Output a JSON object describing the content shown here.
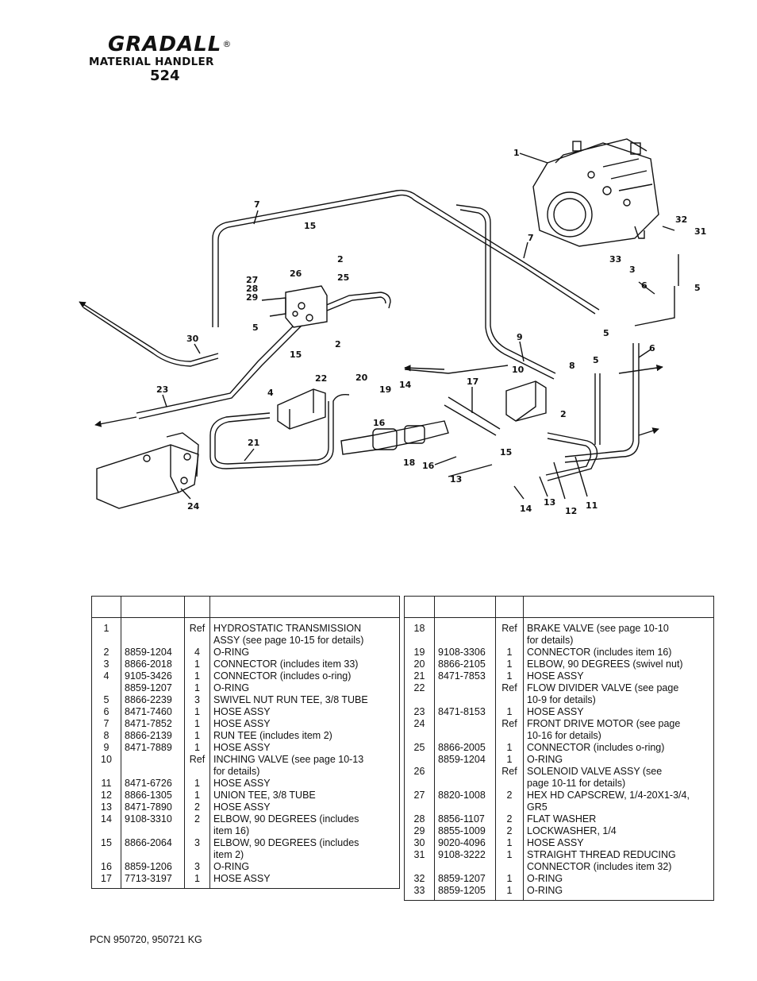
{
  "header": {
    "brand": "GRADALL",
    "registered": "®",
    "product": "MATERIAL HANDLER",
    "model": "524"
  },
  "diagram": {
    "callouts": [
      "1",
      "2",
      "2",
      "2",
      "3",
      "4",
      "5",
      "5",
      "5",
      "5",
      "6",
      "6",
      "7",
      "7",
      "8",
      "9",
      "10",
      "11",
      "12",
      "13",
      "13",
      "14",
      "14",
      "15",
      "15",
      "15",
      "16",
      "16",
      "17",
      "18",
      "19",
      "20",
      "21",
      "22",
      "23",
      "24",
      "25",
      "26",
      "27",
      "28",
      "29",
      "30",
      "31",
      "32",
      "33"
    ]
  },
  "parts_left": [
    {
      "item": "1",
      "part": "",
      "qty": "Ref",
      "desc": [
        "HYDROSTATIC TRANSMISSION",
        "ASSY (see page 10-15 for details)"
      ]
    },
    {
      "item": "2",
      "part": "8859-1204",
      "qty": "4",
      "desc": [
        "O-RING"
      ]
    },
    {
      "item": "3",
      "part": "8866-2018",
      "qty": "1",
      "desc": [
        "CONNECTOR (includes item 33)"
      ]
    },
    {
      "item": "4",
      "part": "9105-3426",
      "qty": "1",
      "desc": [
        "CONNECTOR (includes o-ring)"
      ]
    },
    {
      "item": "",
      "part": "8859-1207",
      "qty": "1",
      "desc": [
        "O-RING"
      ]
    },
    {
      "item": "5",
      "part": "8866-2239",
      "qty": "3",
      "desc": [
        "SWIVEL NUT RUN TEE, 3/8 TUBE"
      ]
    },
    {
      "item": "6",
      "part": "8471-7460",
      "qty": "1",
      "desc": [
        "HOSE ASSY"
      ]
    },
    {
      "item": "7",
      "part": "8471-7852",
      "qty": "1",
      "desc": [
        "HOSE ASSY"
      ]
    },
    {
      "item": "8",
      "part": "8866-2139",
      "qty": "1",
      "desc": [
        "RUN TEE (includes item 2)"
      ]
    },
    {
      "item": "9",
      "part": "8471-7889",
      "qty": "1",
      "desc": [
        "HOSE ASSY"
      ]
    },
    {
      "item": "10",
      "part": "",
      "qty": "Ref",
      "desc": [
        "INCHING VALVE (see page 10-13",
        "for details)"
      ]
    },
    {
      "item": "11",
      "part": "8471-6726",
      "qty": "1",
      "desc": [
        "HOSE ASSY"
      ]
    },
    {
      "item": "12",
      "part": "8866-1305",
      "qty": "1",
      "desc": [
        "UNION TEE, 3/8 TUBE"
      ]
    },
    {
      "item": "13",
      "part": "8471-7890",
      "qty": "2",
      "desc": [
        "HOSE ASSY"
      ]
    },
    {
      "item": "14",
      "part": "9108-3310",
      "qty": "2",
      "desc": [
        "ELBOW, 90 DEGREES (includes",
        "item 16)"
      ]
    },
    {
      "item": "15",
      "part": "8866-2064",
      "qty": "3",
      "desc": [
        "ELBOW, 90 DEGREES (includes",
        "item 2)"
      ]
    },
    {
      "item": "16",
      "part": "8859-1206",
      "qty": "3",
      "desc": [
        "O-RING"
      ]
    },
    {
      "item": "17",
      "part": "7713-3197",
      "qty": "1",
      "desc": [
        "HOSE ASSY"
      ]
    }
  ],
  "parts_right": [
    {
      "item": "18",
      "part": "",
      "qty": "Ref",
      "desc": [
        "BRAKE VALVE (see  page 10-10",
        "for details)"
      ]
    },
    {
      "item": "19",
      "part": "9108-3306",
      "qty": "1",
      "desc": [
        "CONNECTOR (includes item 16)"
      ]
    },
    {
      "item": "20",
      "part": "8866-2105",
      "qty": "1",
      "desc": [
        "ELBOW, 90 DEGREES (swivel nut)"
      ]
    },
    {
      "item": "21",
      "part": "8471-7853",
      "qty": "1",
      "desc": [
        "HOSE ASSY"
      ]
    },
    {
      "item": "22",
      "part": "",
      "qty": "Ref",
      "desc": [
        "FLOW DIVIDER VALVE (see page",
        "10-9 for details)"
      ]
    },
    {
      "item": "23",
      "part": "8471-8153",
      "qty": "1",
      "desc": [
        "HOSE ASSY"
      ]
    },
    {
      "item": "24",
      "part": "",
      "qty": "Ref",
      "desc": [
        "FRONT DRIVE MOTOR (see page",
        "10-16 for details)"
      ]
    },
    {
      "item": "25",
      "part": "8866-2005",
      "qty": "1",
      "desc": [
        "CONNECTOR (includes o-ring)"
      ]
    },
    {
      "item": "",
      "part": "8859-1204",
      "qty": "1",
      "desc": [
        "O-RING"
      ]
    },
    {
      "item": "26",
      "part": "",
      "qty": "Ref",
      "desc": [
        "SOLENOID VALVE ASSY (see",
        "page 10-11 for details)"
      ]
    },
    {
      "item": "27",
      "part": "8820-1008",
      "qty": "2",
      "desc": [
        "HEX HD CAPSCREW, 1/4-20X1-3/4,",
        "GR5"
      ]
    },
    {
      "item": "28",
      "part": "8856-1107",
      "qty": "2",
      "desc": [
        "FLAT WASHER"
      ]
    },
    {
      "item": "29",
      "part": "8855-1009",
      "qty": "2",
      "desc": [
        "LOCKWASHER, 1/4"
      ]
    },
    {
      "item": "30",
      "part": "9020-4096",
      "qty": "1",
      "desc": [
        "HOSE ASSY"
      ]
    },
    {
      "item": "31",
      "part": "9108-3222",
      "qty": "1",
      "desc": [
        "STRAIGHT THREAD REDUCING",
        "CONNECTOR (includes item 32)"
      ]
    },
    {
      "item": "32",
      "part": "8859-1207",
      "qty": "1",
      "desc": [
        "O-RING"
      ]
    },
    {
      "item": "33",
      "part": "8859-1205",
      "qty": "1",
      "desc": [
        "O-RING"
      ]
    }
  ],
  "footer": {
    "pcn": "PCN  950720, 950721 KG"
  }
}
